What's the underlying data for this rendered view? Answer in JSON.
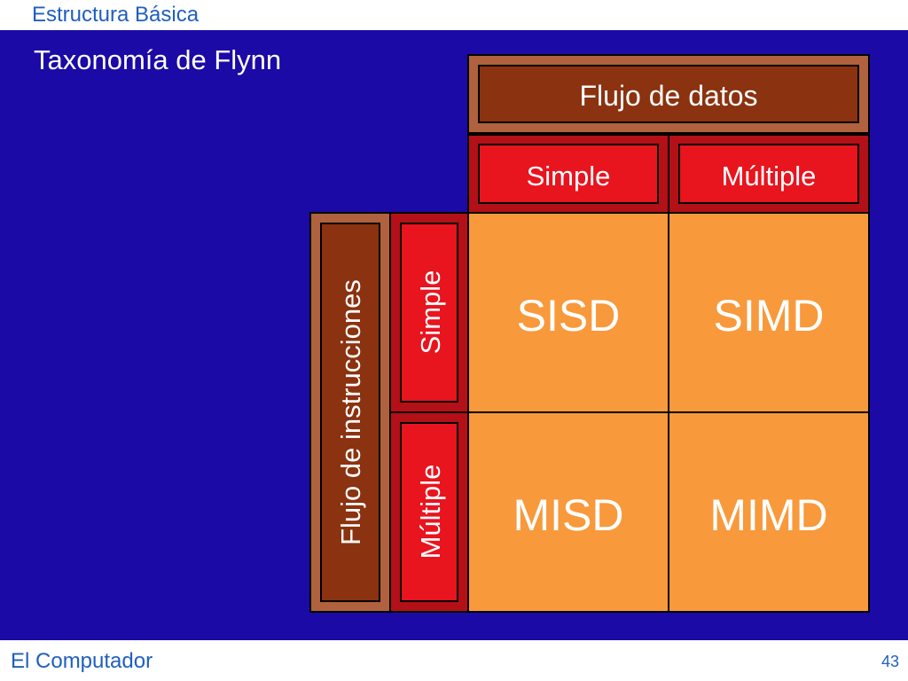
{
  "header": {
    "title": "Estructura Básica"
  },
  "slide": {
    "title": "Taxonomía de Flynn"
  },
  "diagram": {
    "data_flow_label": "Flujo de datos",
    "data_simple_label": "Simple",
    "data_multiple_label": "Múltiple",
    "instruction_flow_label": "Flujo de instrucciones",
    "instr_simple_label": "Simple",
    "instr_multiple_label": "Múltiple",
    "cells": {
      "sisd": "SISD",
      "simd": "SIMD",
      "misd": "MISD",
      "mimd": "MIMD"
    },
    "colors": {
      "background": "#1b0aa6",
      "flow_band": "#8b3210",
      "flow_bevel": "#b0623e",
      "category_band": "#e8141e",
      "category_bevel": "#b31018",
      "cell": "#f8993b"
    }
  },
  "footer": {
    "left": "El Computador",
    "page": "43"
  }
}
